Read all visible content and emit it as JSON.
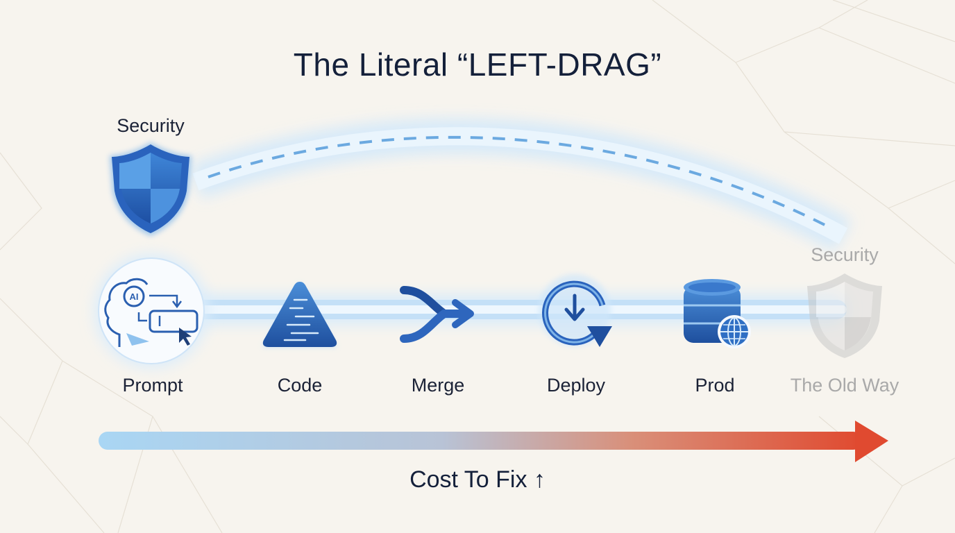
{
  "title": "The Literal “LEFT-DRAG”",
  "security_label": "Security",
  "old_security_label": "Security",
  "stages": [
    {
      "label": "Prompt",
      "icon": "ai-brain-icon"
    },
    {
      "label": "Code",
      "icon": "code-triangle-icon"
    },
    {
      "label": "Merge",
      "icon": "merge-arrows-icon"
    },
    {
      "label": "Deploy",
      "icon": "deploy-refresh-icon"
    },
    {
      "label": "Prod",
      "icon": "database-globe-icon"
    },
    {
      "label": "The Old Way",
      "icon": "faded-shield-icon"
    }
  ],
  "cost_label": "Cost To Fix ↑",
  "colors": {
    "accent_blue": "#2f6fc4",
    "light_blue": "#a9d3f3",
    "cost_red": "#e05a3c",
    "text_dark": "#14203a",
    "muted_gray": "#a9a9a9"
  }
}
